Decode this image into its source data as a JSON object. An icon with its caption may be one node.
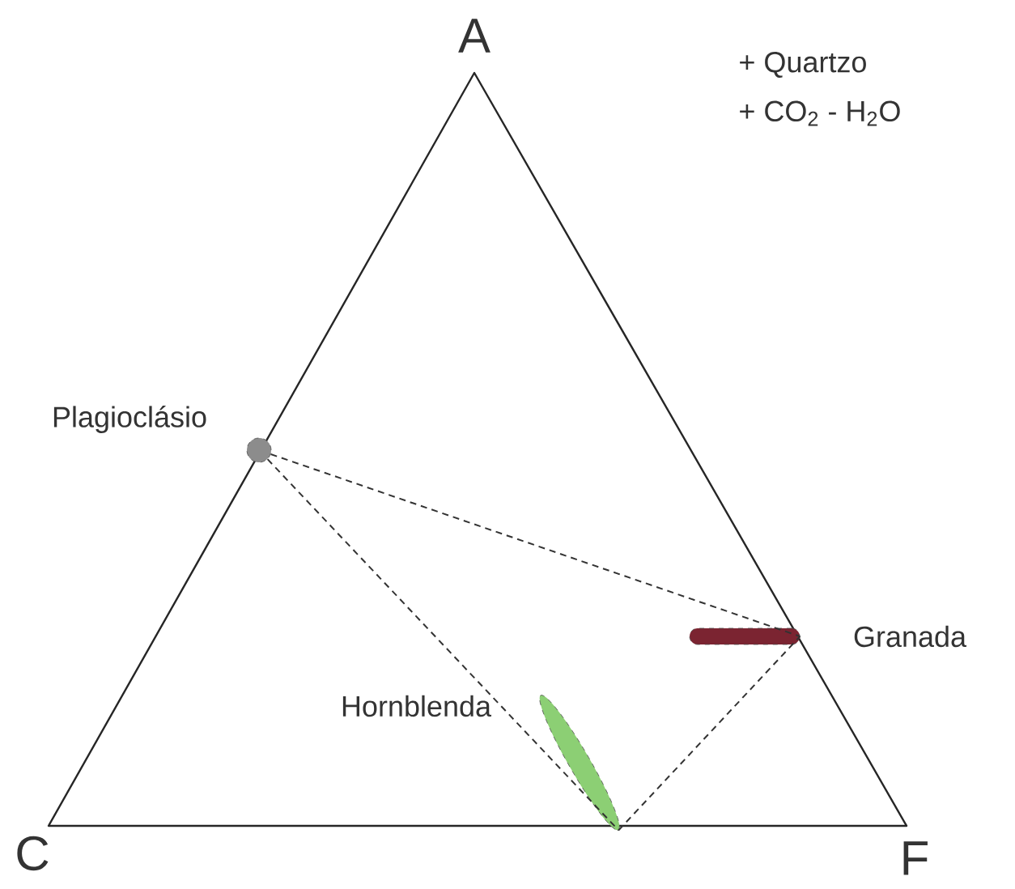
{
  "diagram": {
    "nodes": [
      {
        "text": [
          "Plagioclásio"
        ]
      },
      {
        "text": [
          "Granada"
        ]
      },
      {
        "text": [
          "Hornblenda"
        ]
      }
    ],
    "edges": [
      {
        "from": 0,
        "to": 1,
        "arrow": "none",
        "style": "dashed"
      },
      {
        "from": 0,
        "to": 2,
        "arrow": "none",
        "style": "dashed"
      },
      {
        "from": 2,
        "to": 1,
        "arrow": "none",
        "style": "dashed"
      }
    ],
    "labels": [
      "A",
      "C",
      "F",
      "+ Quartzo",
      "+ CO$_{2}$ - H$_{2}$O"
    ]
  }
}
